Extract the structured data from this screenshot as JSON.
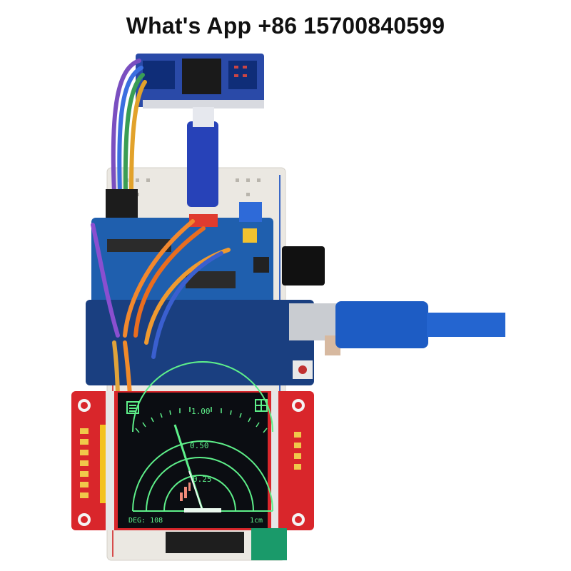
{
  "caption": "What's App +86 15700840599",
  "display": {
    "labels": {
      "scale_top": "1.00",
      "ring_mid": "0.50",
      "ring_inner": "0.25",
      "status_left": "DEG: 108",
      "status_right": "1cm"
    },
    "sweep_angle_deg": 108
  },
  "colors": {
    "screen": "#0b0d12",
    "radar_green": "#5ef08a",
    "pcb_red": "#d9262b",
    "pcb_blue": "#1f5fae",
    "usb_blue": "#1d5cc4",
    "breadboard": "#ebe8e2"
  },
  "icons": {
    "menu": "menu-icon",
    "grid": "grid-icon"
  }
}
